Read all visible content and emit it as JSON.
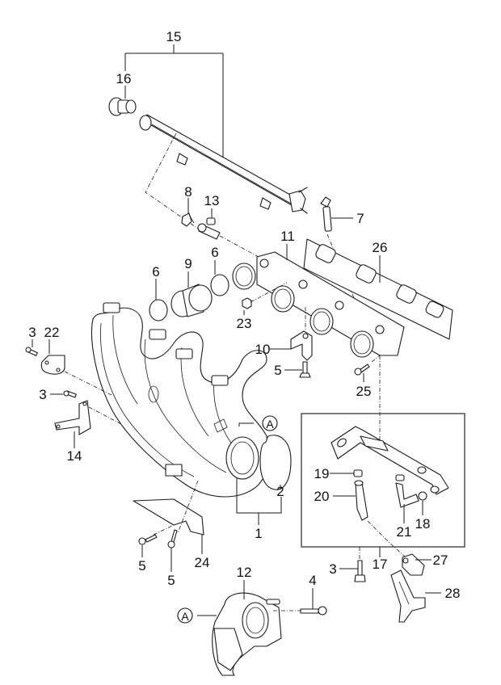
{
  "diagram": {
    "title": "Intake Manifold Exploded Parts Diagram",
    "callouts": [
      {
        "id": "c1",
        "label": "1",
        "part": "intake-manifold-assembly"
      },
      {
        "id": "c2",
        "label": "2",
        "part": "throttle-body-gasket"
      },
      {
        "id": "c3a",
        "label": "3",
        "part": "bolt"
      },
      {
        "id": "c3b",
        "label": "3",
        "part": "bolt"
      },
      {
        "id": "c3c",
        "label": "3",
        "part": "bolt"
      },
      {
        "id": "c4",
        "label": "4",
        "part": "throttle-body-bolt"
      },
      {
        "id": "c5a",
        "label": "5",
        "part": "bolt"
      },
      {
        "id": "c5b",
        "label": "5",
        "part": "bolt"
      },
      {
        "id": "c5c",
        "label": "5",
        "part": "bolt"
      },
      {
        "id": "c6a",
        "label": "6",
        "part": "hose-clamp"
      },
      {
        "id": "c6b",
        "label": "6",
        "part": "hose-clamp"
      },
      {
        "id": "c7",
        "label": "7",
        "part": "stud-bolt"
      },
      {
        "id": "c8",
        "label": "8",
        "part": "clip"
      },
      {
        "id": "c9",
        "label": "9",
        "part": "hose"
      },
      {
        "id": "c10",
        "label": "10",
        "part": "bracket"
      },
      {
        "id": "c11",
        "label": "11",
        "part": "coolant-passage"
      },
      {
        "id": "c12",
        "label": "12",
        "part": "throttle-body"
      },
      {
        "id": "c13",
        "label": "13",
        "part": "injector"
      },
      {
        "id": "c14",
        "label": "14",
        "part": "bracket"
      },
      {
        "id": "c15",
        "label": "15",
        "part": "fuel-rail-assembly"
      },
      {
        "id": "c16",
        "label": "16",
        "part": "pressure-regulator"
      },
      {
        "id": "c17",
        "label": "17",
        "part": "pcv-hose-assembly"
      },
      {
        "id": "c18",
        "label": "18",
        "part": "clamp"
      },
      {
        "id": "c19",
        "label": "19",
        "part": "clamp"
      },
      {
        "id": "c20",
        "label": "20",
        "part": "hose"
      },
      {
        "id": "c21",
        "label": "21",
        "part": "hose"
      },
      {
        "id": "c22",
        "label": "22",
        "part": "bracket"
      },
      {
        "id": "c23",
        "label": "23",
        "part": "nut"
      },
      {
        "id": "c24",
        "label": "24",
        "part": "stay"
      },
      {
        "id": "c25",
        "label": "25",
        "part": "bolt"
      },
      {
        "id": "c26",
        "label": "26",
        "part": "gasket"
      },
      {
        "id": "c27",
        "label": "27",
        "part": "sensor"
      },
      {
        "id": "c28",
        "label": "28",
        "part": "bracket"
      }
    ],
    "reference_markers": [
      {
        "id": "refA1",
        "label": "A"
      },
      {
        "id": "refA2",
        "label": "A"
      }
    ]
  }
}
